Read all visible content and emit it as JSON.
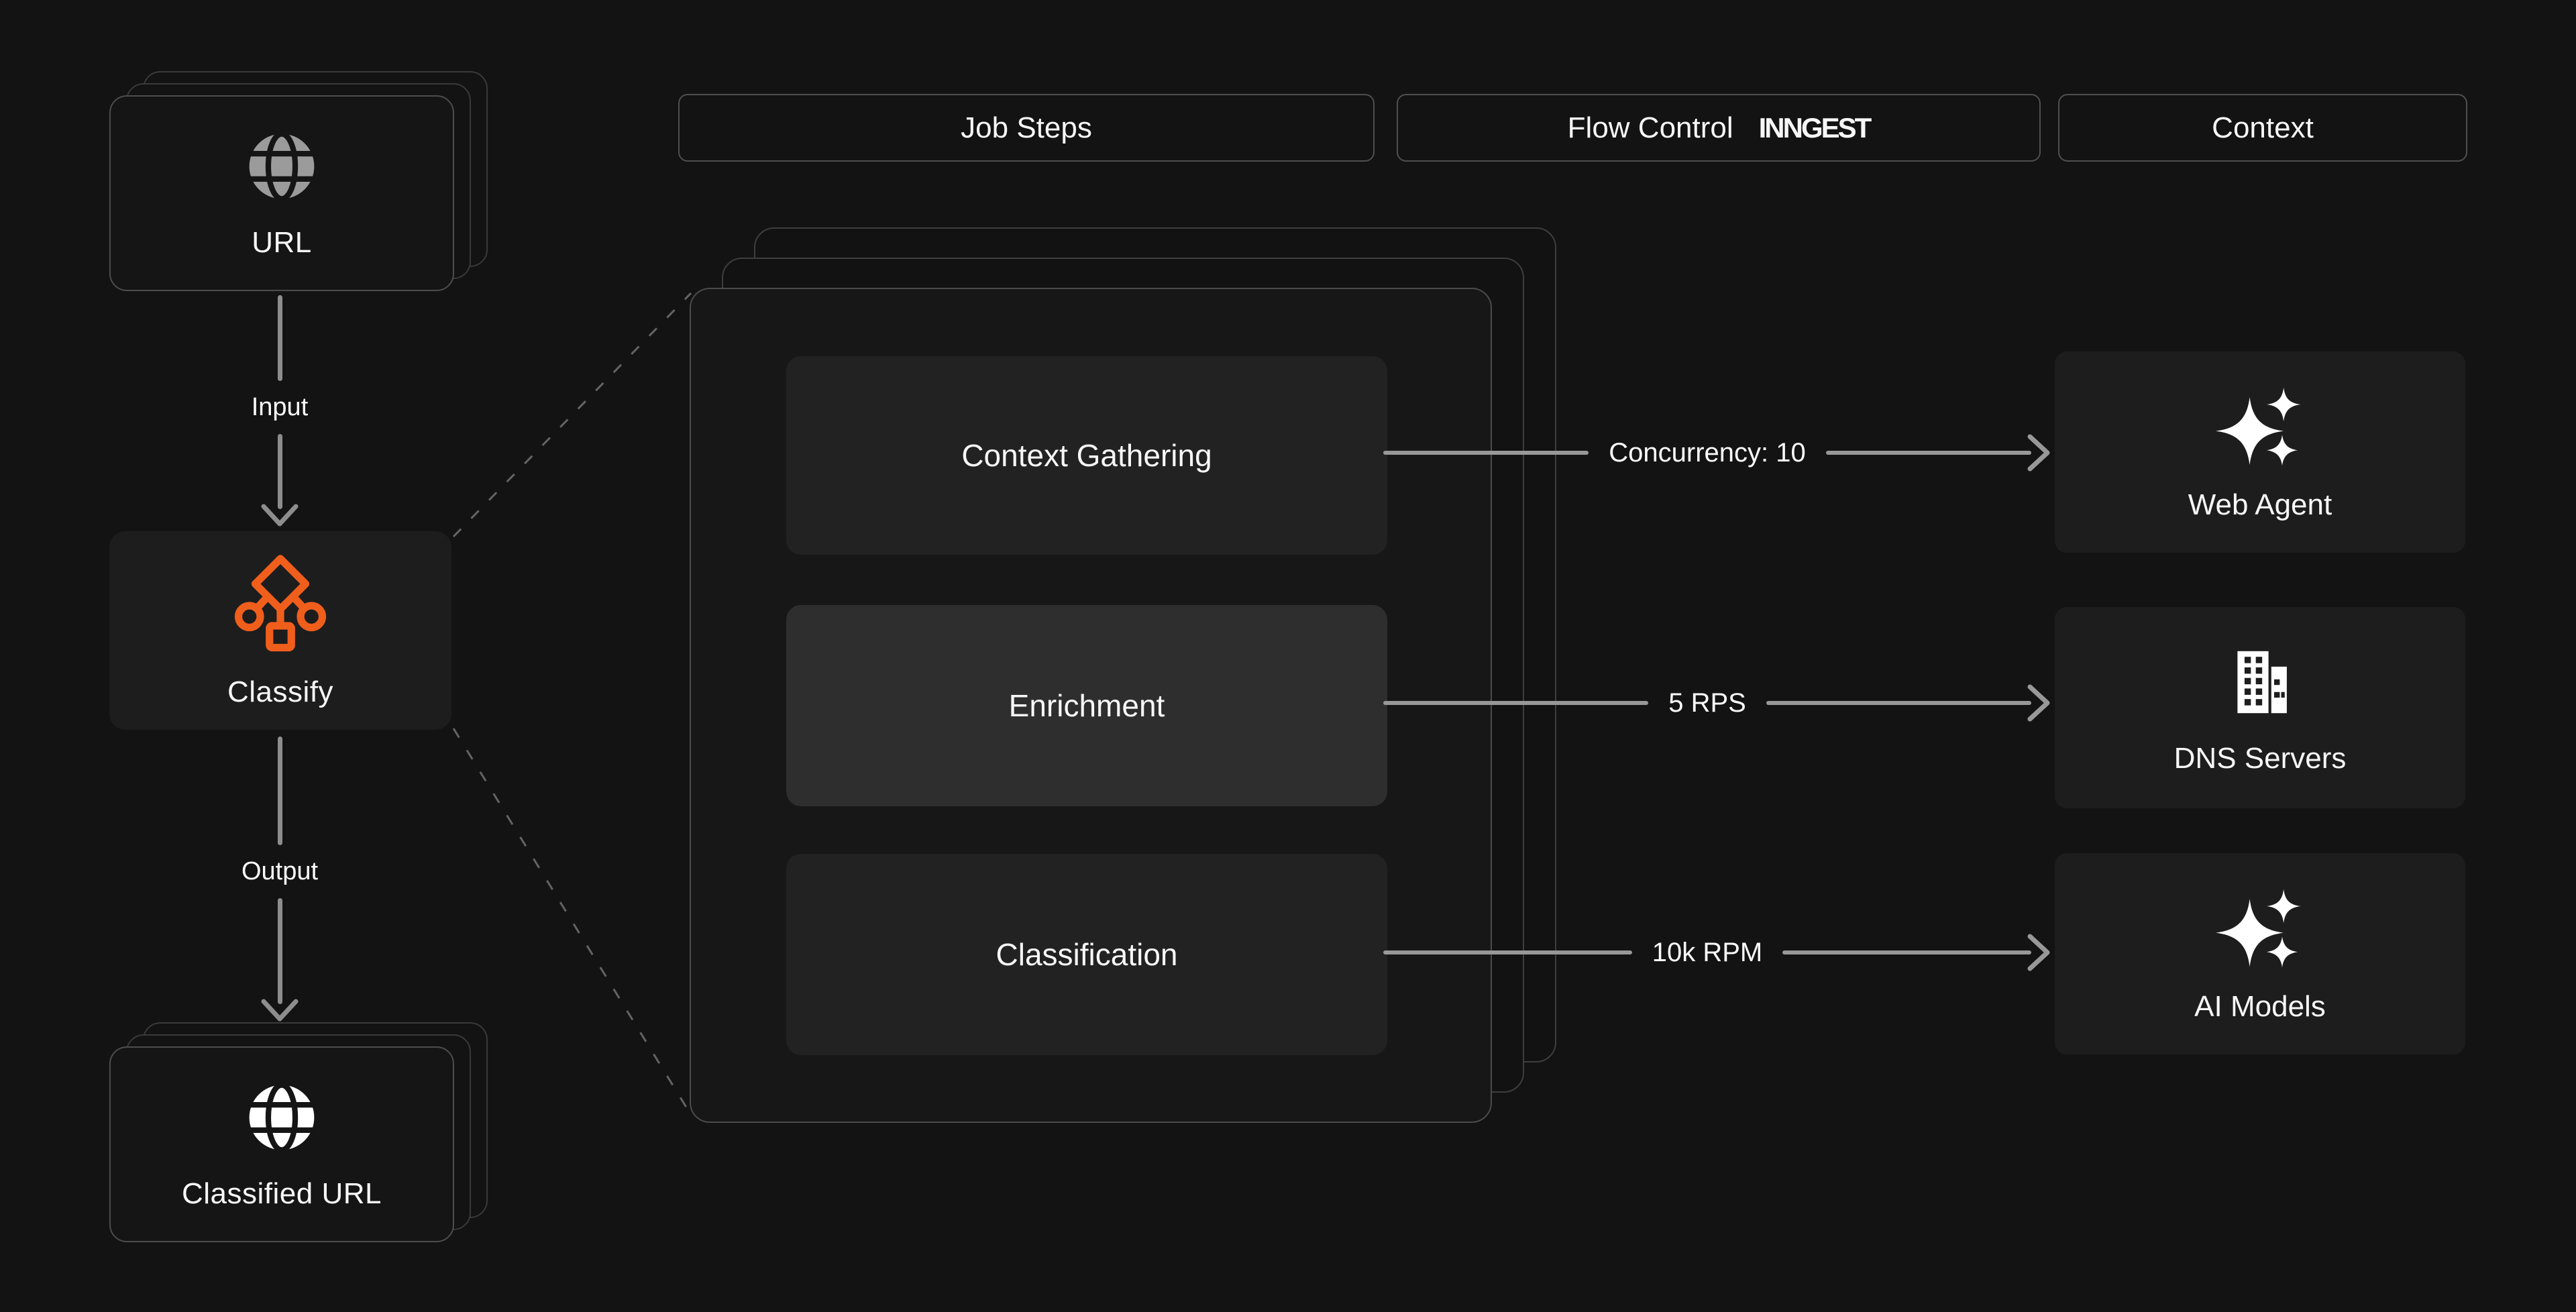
{
  "headers": [
    {
      "label": "Job Steps"
    },
    {
      "label": "Flow Control",
      "logo": "INNGEST"
    },
    {
      "label": "Context"
    }
  ],
  "pipeline": {
    "input_stack_label": "URL",
    "input_edge_label": "Input",
    "processor_label": "Classify",
    "output_edge_label": "Output",
    "output_stack_label": "Classified URL"
  },
  "job_steps": [
    {
      "label": "Context Gathering",
      "highlighted": false
    },
    {
      "label": "Enrichment",
      "highlighted": true
    },
    {
      "label": "Classification",
      "highlighted": false
    }
  ],
  "flow_controls": [
    {
      "label": "Concurrency: 10"
    },
    {
      "label": "5 RPS"
    },
    {
      "label": "10k RPM"
    }
  ],
  "context_services": [
    {
      "label": "Web Agent",
      "icon": "sparkles-icon"
    },
    {
      "label": "DNS Servers",
      "icon": "building-icon"
    },
    {
      "label": "AI Models",
      "icon": "sparkles-icon"
    }
  ],
  "colors": {
    "accent_orange": "#F05E1C",
    "arrow_gray": "#989898",
    "background": "#131313",
    "highlight_step": "#2E2E2E"
  }
}
